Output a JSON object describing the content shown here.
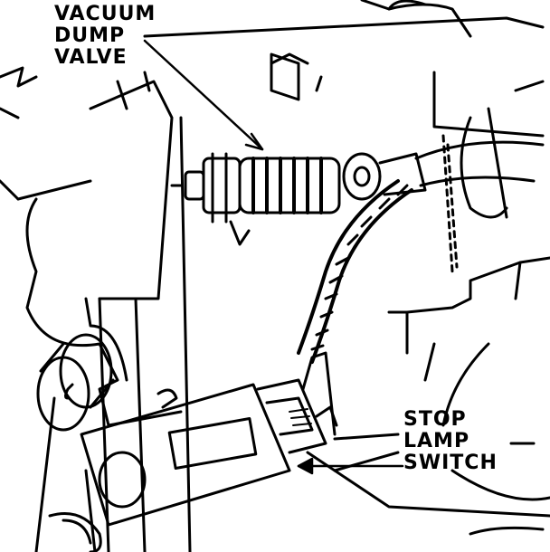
{
  "labels": {
    "vacuum_dump_valve": [
      "VACUUM",
      "DUMP",
      "VALVE"
    ],
    "stop_lamp_switch": [
      "STOP",
      "LAMP",
      "SWITCH"
    ]
  },
  "colors": {
    "ink": "#000000",
    "paper": "#ffffff"
  }
}
